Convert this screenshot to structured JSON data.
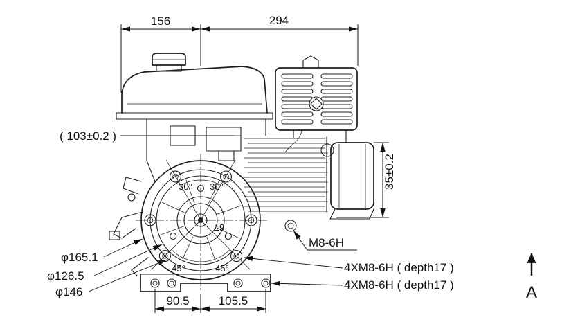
{
  "dimensions": {
    "width_left": "156",
    "width_right": "294",
    "height_left": "( 103±0.2 )",
    "height_right": "35±0.2",
    "base_left": "90.5",
    "base_right": "105.5"
  },
  "diameters": {
    "d1": "φ165.1",
    "d2": "φ126.5",
    "d3": "φ146"
  },
  "threads": {
    "single": "M8-6H",
    "quad_top": "4XM8-6H ( depth17 )",
    "quad_bottom": "4XM8-6H ( depth17 )"
  },
  "angles": {
    "left30": "30°",
    "right30": "30°",
    "left45": "45°",
    "right45": "45°",
    "n19": "19"
  },
  "view": {
    "label": "A"
  }
}
